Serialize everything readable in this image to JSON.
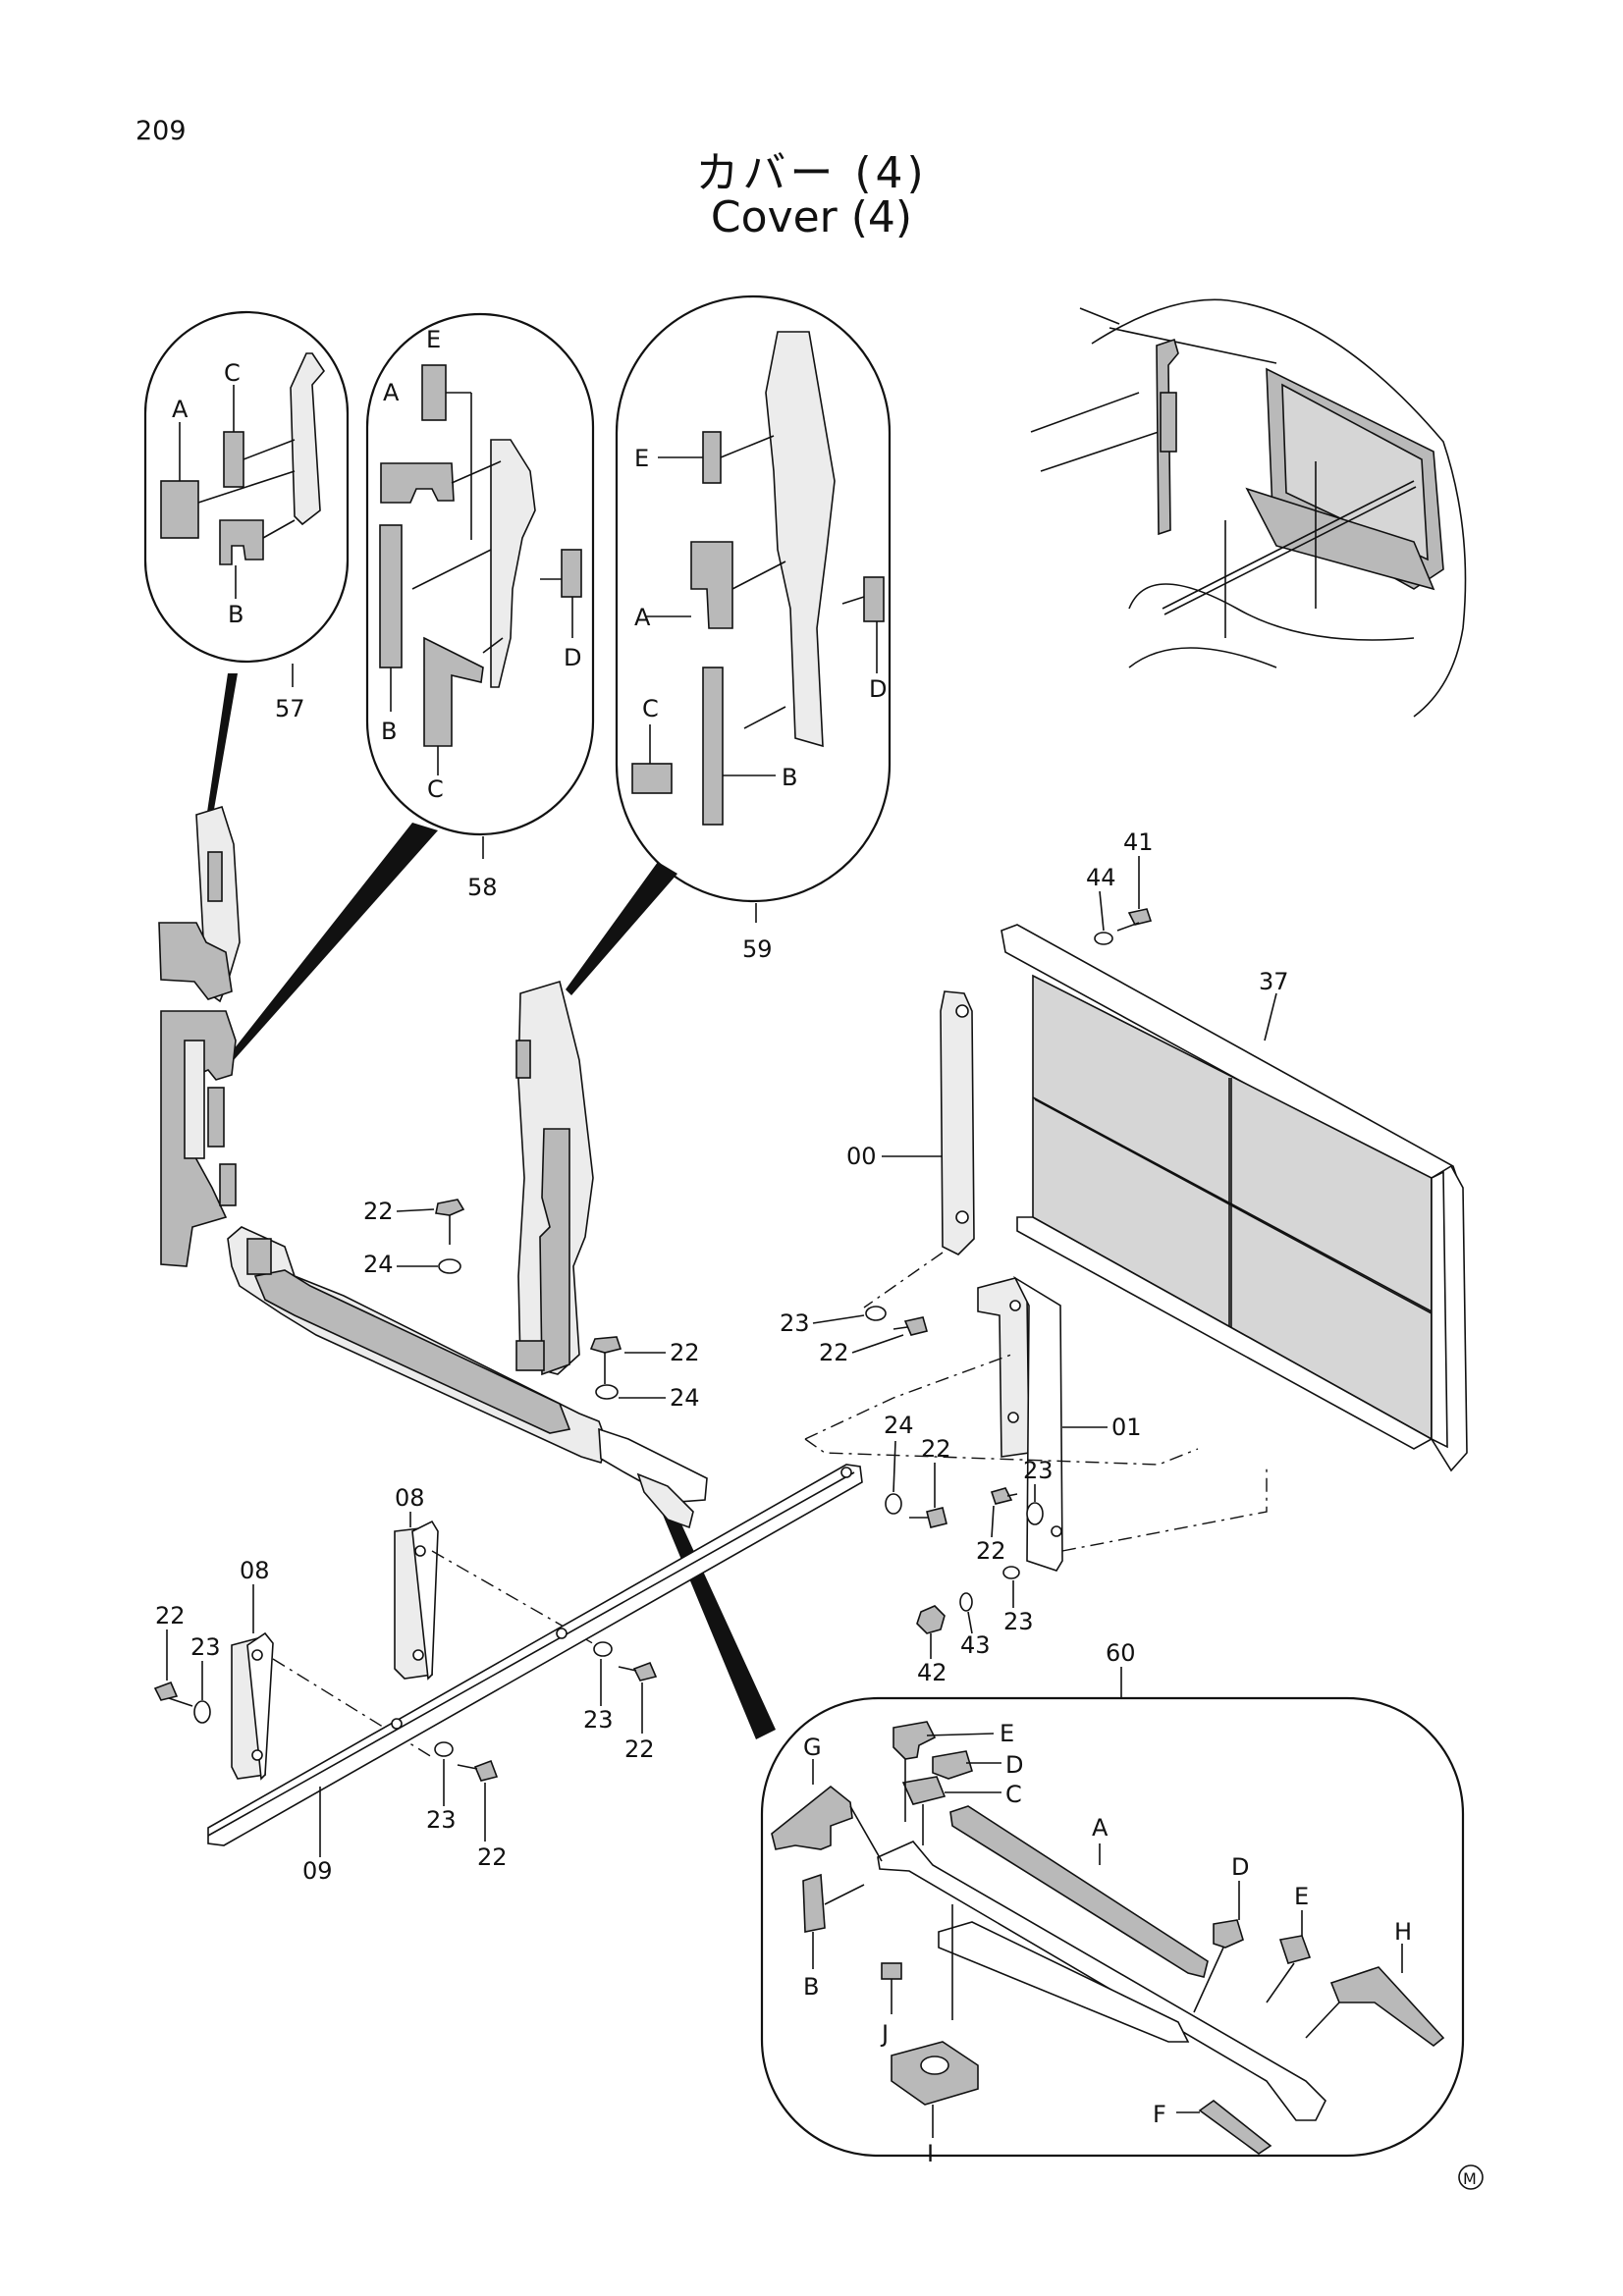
{
  "page_number": "209",
  "title": {
    "japanese": "カバー (4)",
    "english": "Cover (4)"
  },
  "part_numbers": {
    "p57": "57",
    "p58": "58",
    "p59": "59",
    "p60": "60",
    "p37": "37",
    "p41": "41",
    "p44": "44",
    "p00": "00",
    "p01": "01",
    "p08": "08",
    "p09": "09",
    "p22": "22",
    "p23": "23",
    "p24": "24",
    "p42": "42",
    "p43": "43"
  },
  "sub_letters": {
    "A": "A",
    "B": "B",
    "C": "C",
    "D": "D",
    "E": "E",
    "F": "F",
    "G": "G",
    "H": "H",
    "I": "I",
    "J": "J"
  },
  "corner_mark": "M"
}
